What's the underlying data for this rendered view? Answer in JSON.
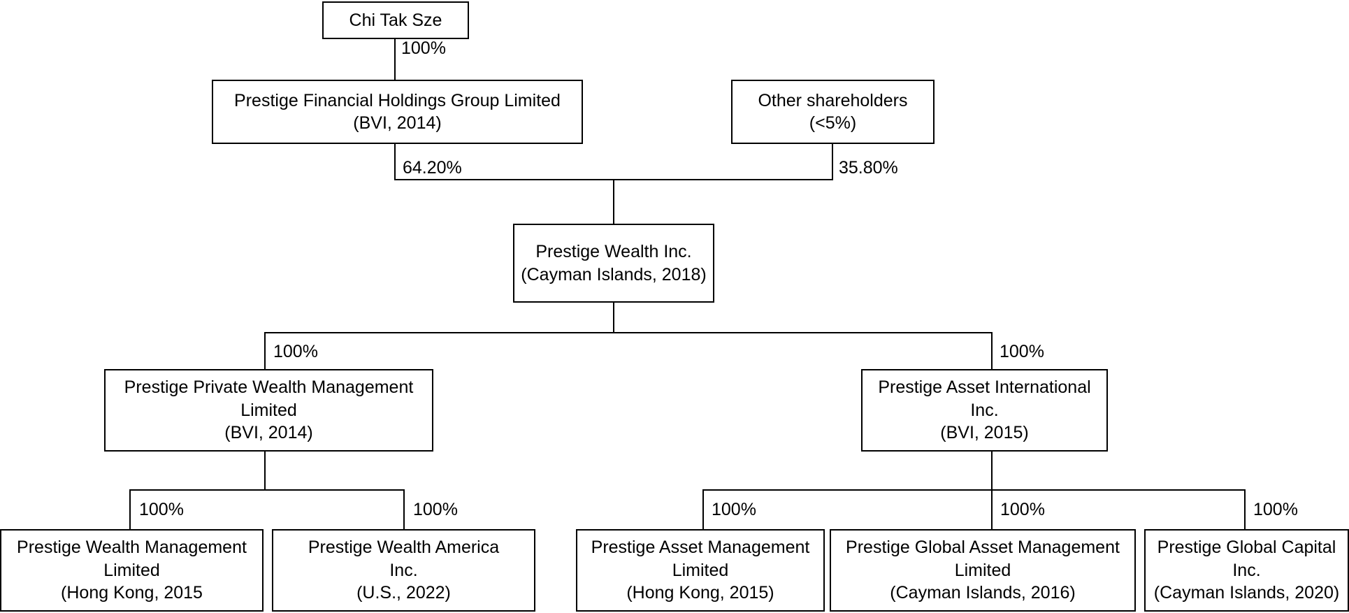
{
  "chart": {
    "type": "org-chart",
    "title": "Corporate shareholding structure",
    "background_color": "#ffffff",
    "line_color": "#000000",
    "text_color": "#000000"
  },
  "nodes": {
    "owner": {
      "line1": "Chi Tak Sze",
      "line2": ""
    },
    "holdings": {
      "line1": "Prestige Financial Holdings Group Limited",
      "line2": "(BVI, 2014)"
    },
    "other_shareholders": {
      "line1": "Other shareholders",
      "line2": "(<5%)"
    },
    "wealth_inc": {
      "line1": "Prestige Wealth Inc.",
      "line2": "(Cayman Islands, 2018)"
    },
    "private_wealth_mgmt": {
      "line1": "Prestige Private Wealth Management",
      "line2": "Limited",
      "line3": "(BVI, 2014)"
    },
    "asset_international": {
      "line1": "Prestige Asset International",
      "line2": "Inc.",
      "line3": "(BVI, 2015)"
    },
    "wealth_management_hk": {
      "line1": "Prestige Wealth Management",
      "line2": "Limited",
      "line3": "(Hong Kong, 2015"
    },
    "wealth_america": {
      "line1": "Prestige Wealth America",
      "line2": "Inc.",
      "line3": "(U.S., 2022)"
    },
    "asset_management_hk": {
      "line1": "Prestige Asset Management",
      "line2": "Limited",
      "line3": "(Hong Kong, 2015)"
    },
    "global_asset_management": {
      "line1": "Prestige Global Asset Management",
      "line2": "Limited",
      "line3": "(Cayman Islands, 2016)"
    },
    "global_capital": {
      "line1": "Prestige Global Capital",
      "line2": "Inc.",
      "line3": "(Cayman Islands, 2020)"
    }
  },
  "edges": {
    "owner_to_holdings": "100%",
    "holdings_to_wealth_inc": "64.20%",
    "other_to_wealth_inc": "35.80%",
    "wealth_to_private_wealth": "100%",
    "wealth_to_asset_intl": "100%",
    "private_to_wm_hk": "100%",
    "private_to_america": "100%",
    "asset_to_am_hk": "100%",
    "asset_to_global_am": "100%",
    "asset_to_global_capital": "100%"
  }
}
